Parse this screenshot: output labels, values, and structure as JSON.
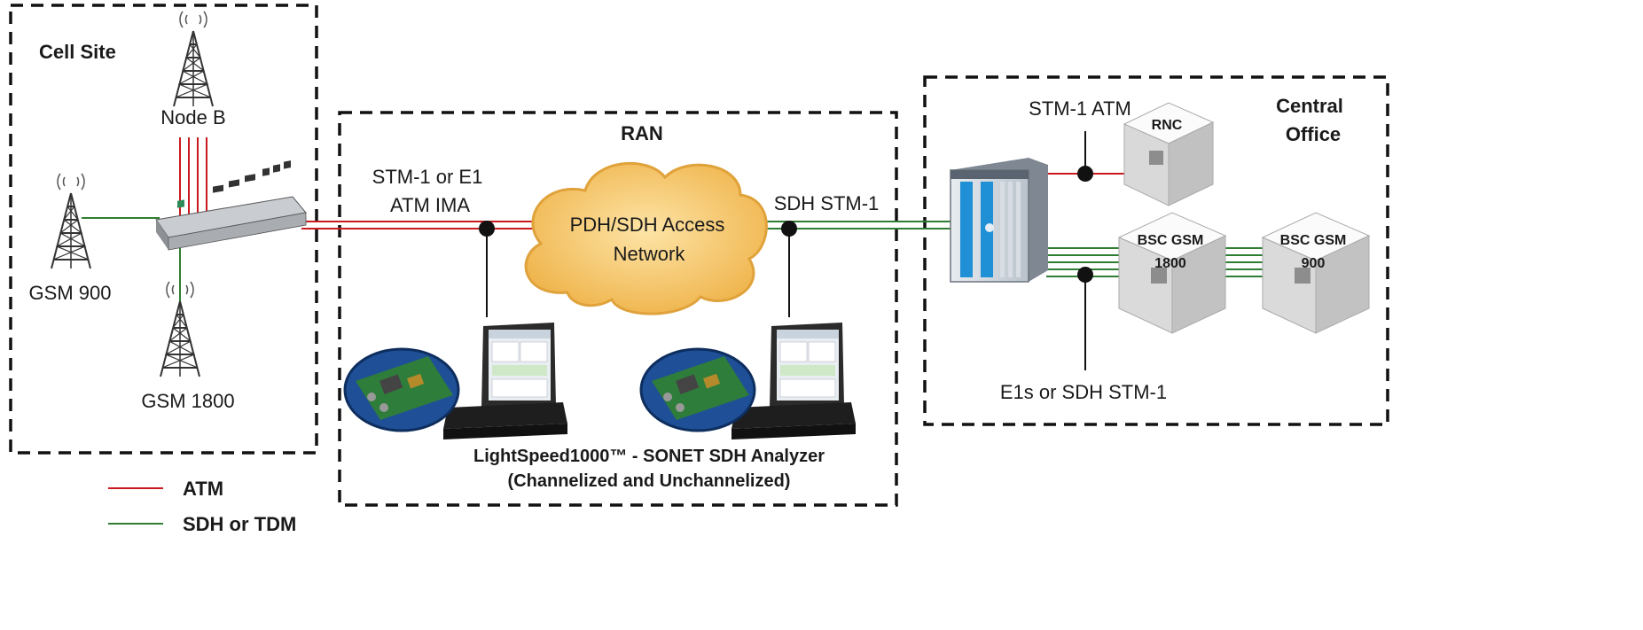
{
  "colors": {
    "atm": "#c9191e",
    "sdh_tdm": "#2e7d32",
    "border": "#111111",
    "cloud": "#f2c15f",
    "cloud_edge": "#d99a2b"
  },
  "regions": {
    "cell_site": "Cell Site",
    "ran": "RAN",
    "central_office_line1": "Central",
    "central_office_line2": "Office"
  },
  "sites": {
    "node_b": "Node B",
    "gsm900": "GSM 900",
    "gsm1800": "GSM 1800"
  },
  "links": {
    "stm1_e1_line1": "STM-1 or E1",
    "stm1_e1_line2": "ATM IMA",
    "sdh_stm1": "SDH STM-1",
    "stm1_atm": "STM-1 ATM",
    "e1s_sdh": "E1s or SDH STM-1"
  },
  "cloud": {
    "line1": "PDH/SDH Access",
    "line2": "Network"
  },
  "nodes": {
    "rnc": "RNC",
    "bsc1800_line1": "BSC GSM",
    "bsc1800_line2": "1800",
    "bsc900_line1": "BSC GSM",
    "bsc900_line2": "900"
  },
  "analyzer": {
    "line1": "LightSpeed1000™ - SONET SDH  Analyzer",
    "line2": "(Channelized and Unchannelized)"
  },
  "legend": {
    "atm": "ATM",
    "sdh_tdm": "SDH or TDM"
  }
}
